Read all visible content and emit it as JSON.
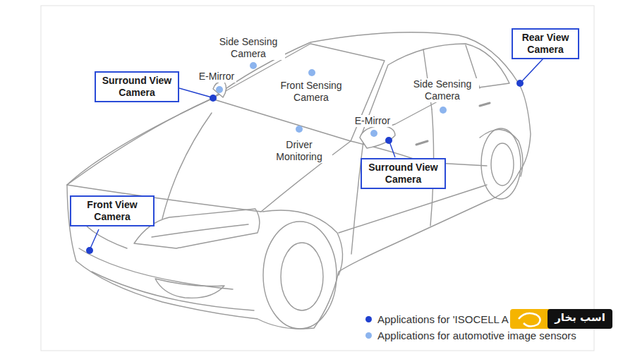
{
  "diagram": {
    "nodes": [
      {
        "text": [
          "Rear View Camera"
        ]
      },
      {
        "text": [
          "Surround View Camera"
        ]
      },
      {
        "text": [
          "Surround View Camera"
        ]
      },
      {
        "text": [
          "Front View Camera"
        ]
      }
    ],
    "labels": [
      "Side Sensing Camera",
      "E-Mirror",
      "Front Sensing Camera",
      "Side Sensing Camera",
      "E-Mirror",
      "Driver Monitoring",
      "اسب بخار"
    ],
    "legend": [
      {
        "text": "Applications for 'ISOCELL A",
        "color": "#1f3fcf"
      },
      {
        "text": "Applications for automotive image sensors",
        "color": "#8cb4ee"
      }
    ]
  }
}
